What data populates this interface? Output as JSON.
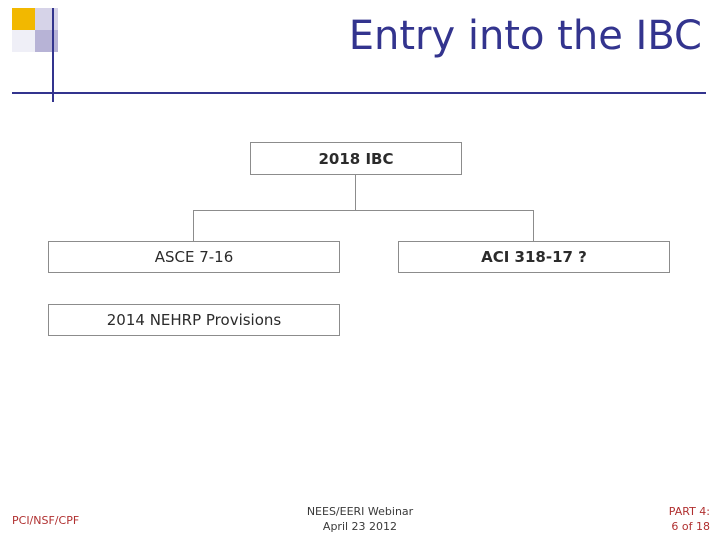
{
  "slide": {
    "title": "Entry into the IBC",
    "accent_color": "#33348e",
    "footer_accent_color": "#b03030"
  },
  "logo": {
    "squares": [
      {
        "name": "square-gold",
        "color": "#f2b800"
      },
      {
        "name": "square-lavender-light",
        "color": "#d6d3e8"
      },
      {
        "name": "square-pale",
        "color": "#efeff7"
      },
      {
        "name": "square-lavender-dark",
        "color": "#b7b3d6"
      }
    ]
  },
  "diagram": {
    "type": "hierarchy",
    "nodes": [
      {
        "id": "root",
        "label": "2018 IBC"
      },
      {
        "id": "asce",
        "label": "ASCE 7-16"
      },
      {
        "id": "aci",
        "label": "ACI 318-17 ?"
      },
      {
        "id": "nehrp",
        "label": "2014 NEHRP Provisions"
      }
    ]
  },
  "footer": {
    "left": "PCI/NSF/CPF",
    "center_line1": "NEES/EERI Webinar",
    "center_line2": "April 23 2012",
    "right_line1": "PART 4:",
    "right_line2": "6 of 18"
  }
}
